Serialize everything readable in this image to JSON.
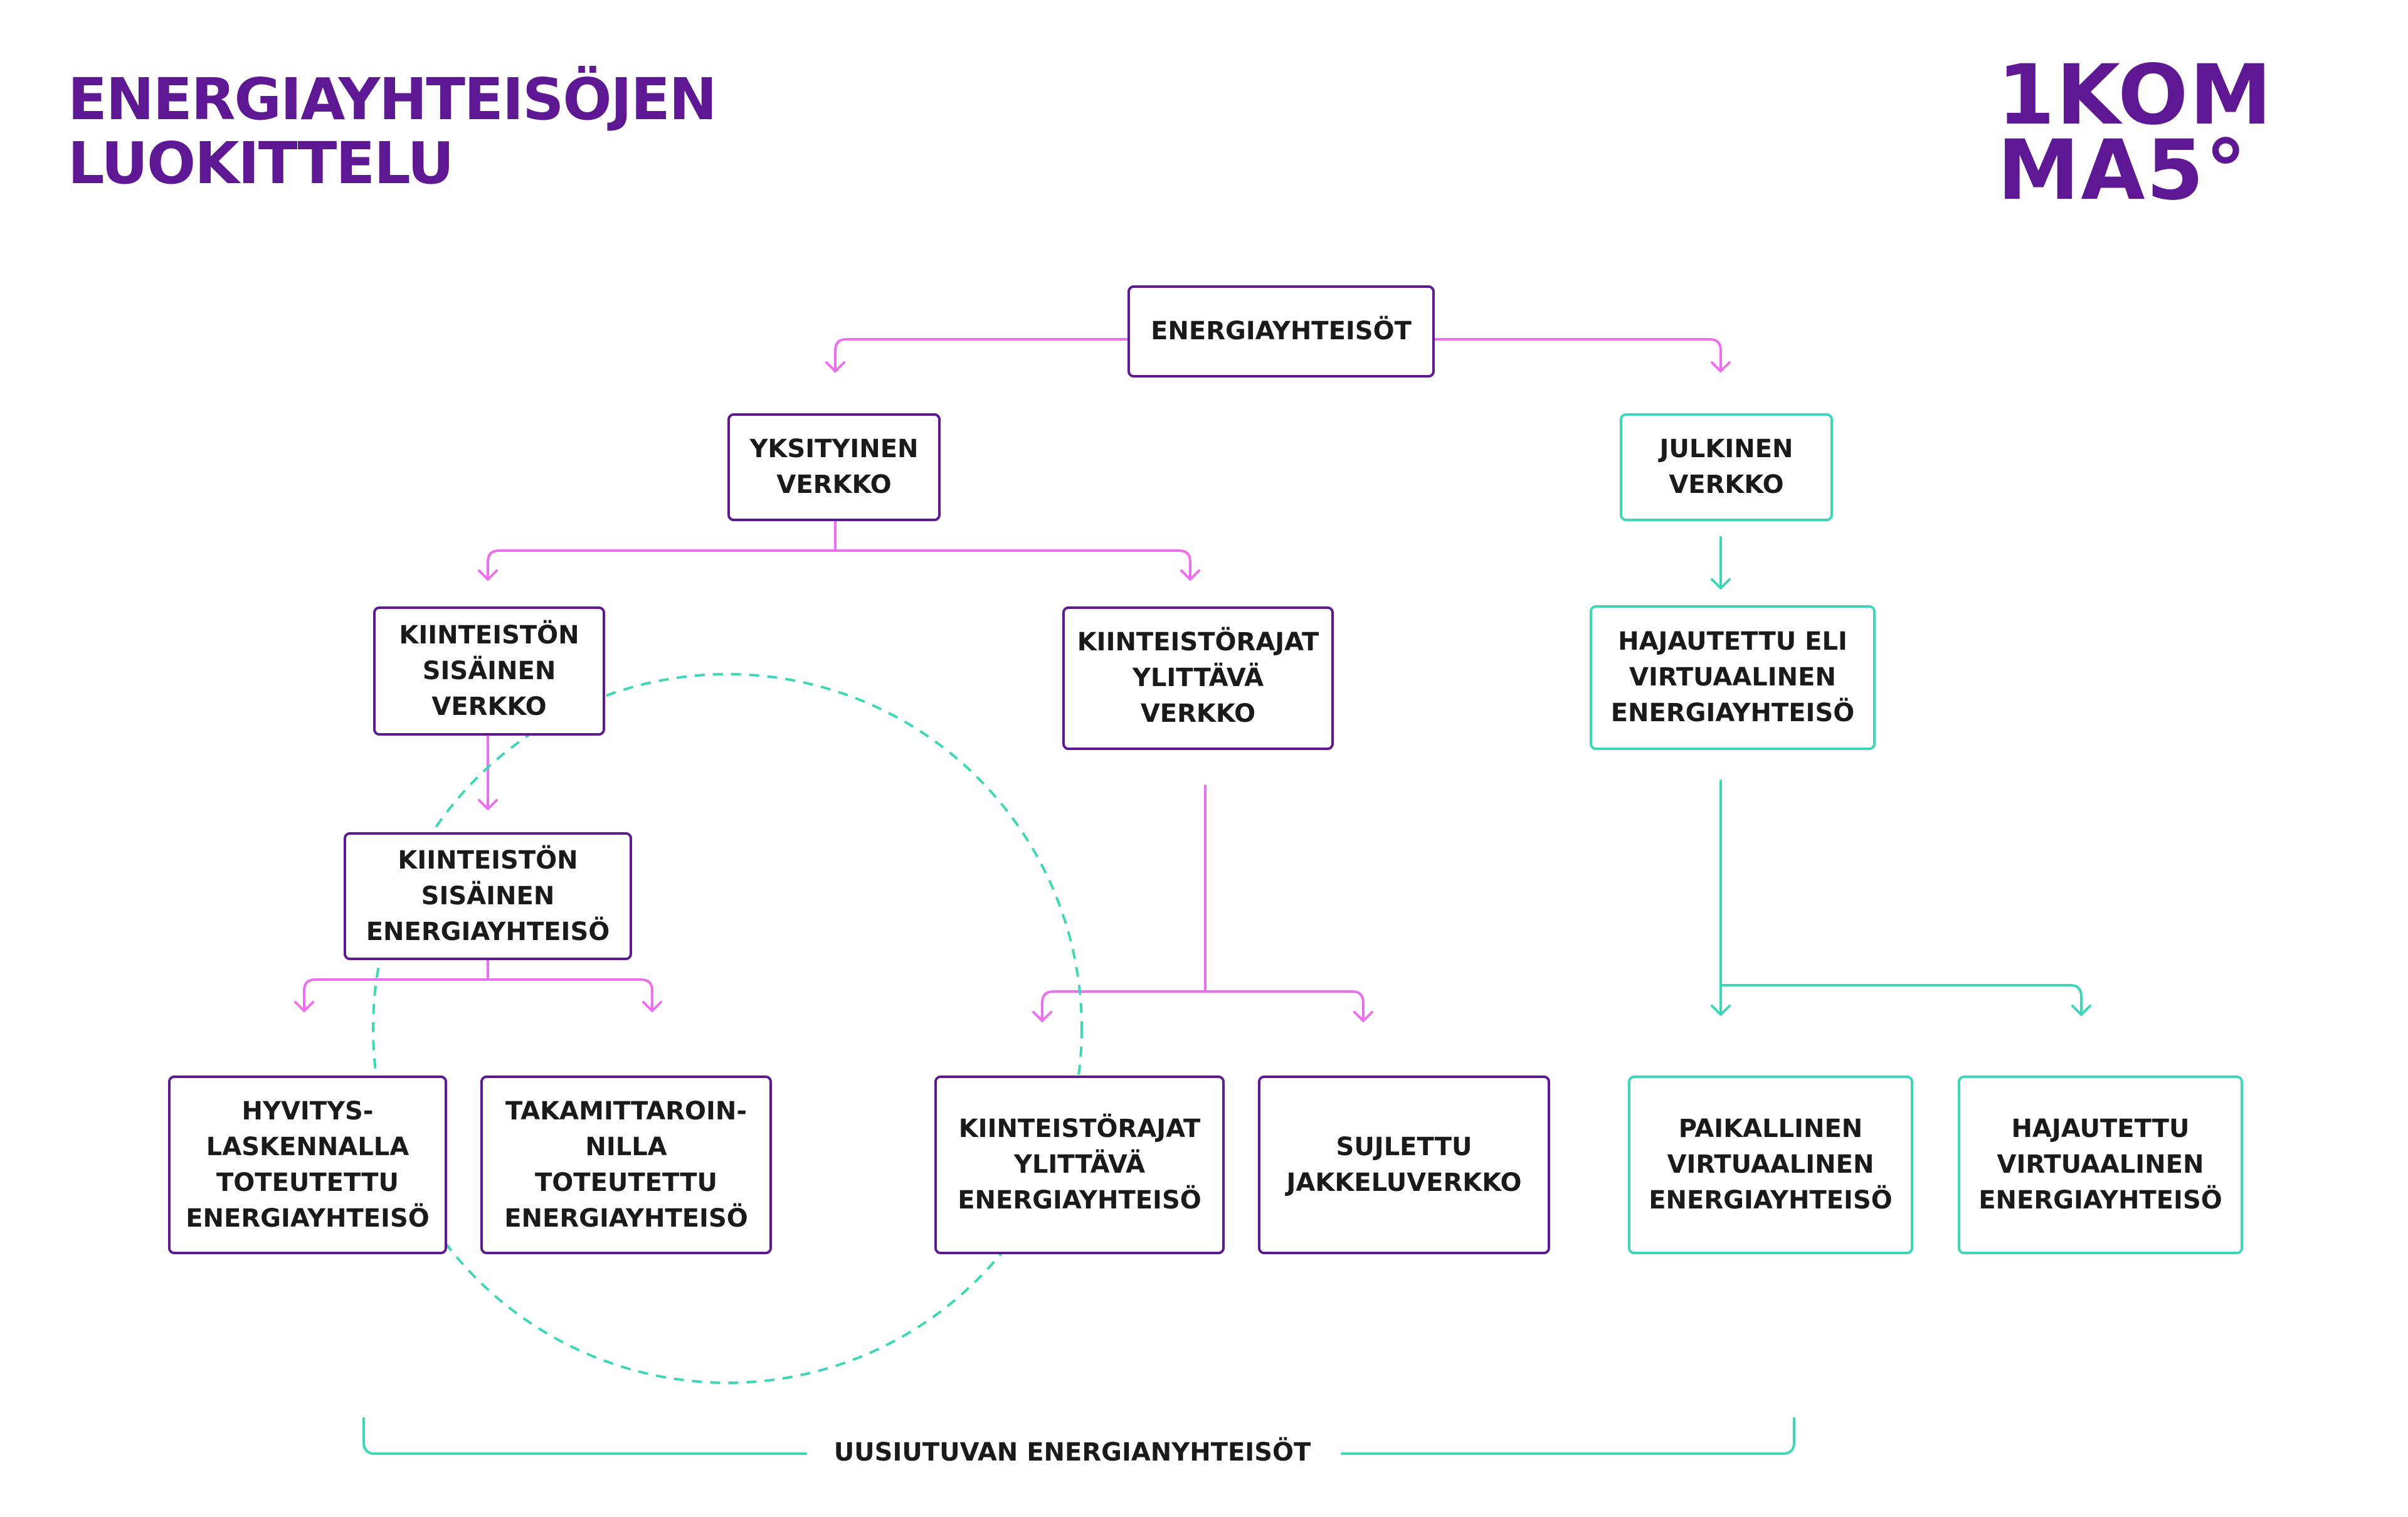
{
  "title": {
    "line1": "ENERGIAYHTEISÖJEN",
    "line2": "LUOKITTELU"
  },
  "logo": {
    "line1": "1KOM",
    "line2": "MA5°"
  },
  "colors": {
    "brand_purple": "#5e1894",
    "connector_pink": "#ee6ef0",
    "teal": "#3dd6b6"
  },
  "nodes": {
    "root": "ENERGIAYHTEISÖT",
    "private_network": "YKSITYINEN\nVERKKO",
    "public_network": "JULKINEN\nVERKKO",
    "internal_network": "KIINTEISTÖN\nSISÄINEN\nVERKKO",
    "cross_property_network": "KIINTEISTÖRAJAT\nYLITTÄVÄ\nVERKKO",
    "distributed_virtual_community": "HAJAUTETTU ELI\nVIRTUAALINEN\nENERGIAYHTEISÖ",
    "internal_community": "KIINTEISTÖN\nSISÄINEN\nENERGIAYHTEISÖ",
    "credit_calculation_community": "HYVITYS-\nLASKENNALLA\nTOTEUTETTU\nENERGIAYHTEISÖ",
    "back_metering_community": "TAKAMITTAROIN-\nNILLA\nTOTEUTETTU\nENERGIAYHTEISÖ",
    "cross_property_community": "KIINTEISTÖRAJAT\nYLITTÄVÄ\nENERGIAYHTEISÖ",
    "closed_distribution_network": "SUJLETTU\nJAKKELUVERKKO",
    "local_virtual_community": "PAIKALLINEN\nVIRTUAALINEN\nENERGIAYHTEISÖ",
    "distributed_virtual_community_leaf": "HAJAUTETTU\nVIRTUAALINEN\nENERGIAYHTEISÖ"
  },
  "bracket_label": "UUSIUTUVAN ENERGIANYHTEISÖT"
}
